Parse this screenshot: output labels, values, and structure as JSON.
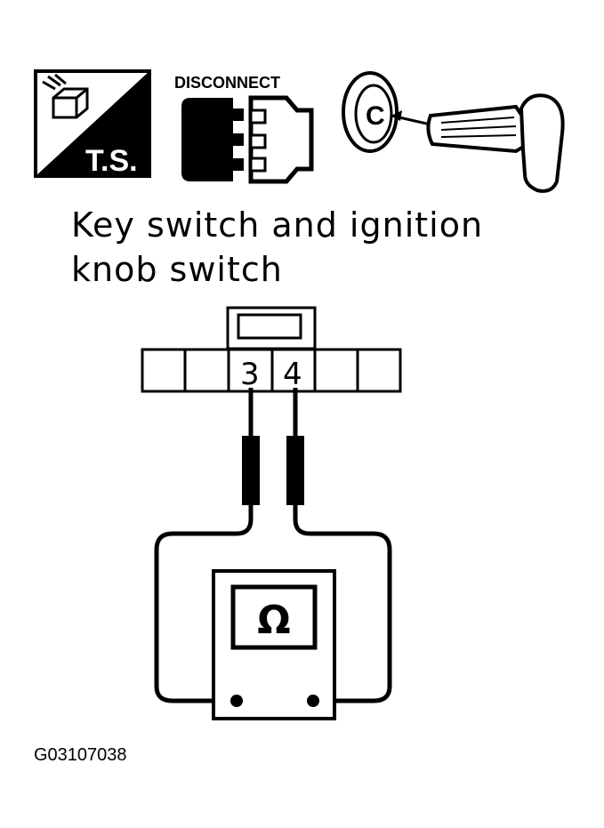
{
  "icons": {
    "trouble_shooting_label": "T.S.",
    "disconnect_label": "DISCONNECT",
    "key_emblem_letter": "C"
  },
  "caption": {
    "line1": "Key switch and ignition",
    "line2": "knob switch"
  },
  "connector": {
    "pin_left": "3",
    "pin_right": "4"
  },
  "meter": {
    "symbol": "Ω"
  },
  "figure_code": "G03107038"
}
